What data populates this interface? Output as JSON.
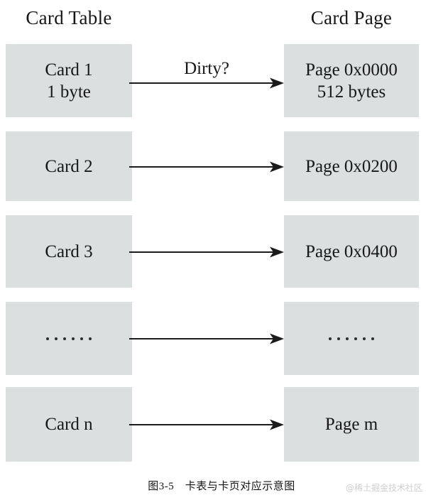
{
  "figure": {
    "caption": "图3-5　卡表与卡页对应示意图",
    "watermark": "@稀土掘金技术社区",
    "box_fill": "#dcdfe0",
    "line_color": "#1b1b1b",
    "background": "#ffffff"
  },
  "columns": {
    "left_header": "Card Table",
    "right_header": "Card Page"
  },
  "edge_label": "Dirty?",
  "rows": [
    {
      "left_line1": "Card 1",
      "left_line2": "1 byte",
      "right_line1": "Page 0x0000",
      "right_line2": "512 bytes",
      "arrow": "arrow-right"
    },
    {
      "left_line1": "Card 2",
      "left_line2": "",
      "right_line1": "Page 0x0200",
      "right_line2": "",
      "arrow": "arrow-right"
    },
    {
      "left_line1": "Card 3",
      "left_line2": "",
      "right_line1": "Page 0x0400",
      "right_line2": "",
      "arrow": "arrow-right"
    },
    {
      "left_line1": "······",
      "left_line2": "",
      "right_line1": "······",
      "right_line2": "",
      "arrow": "arrow-right"
    },
    {
      "left_line1": "Card n",
      "left_line2": "",
      "right_line1": "Page m",
      "right_line2": "",
      "arrow": "arrow-right"
    }
  ]
}
